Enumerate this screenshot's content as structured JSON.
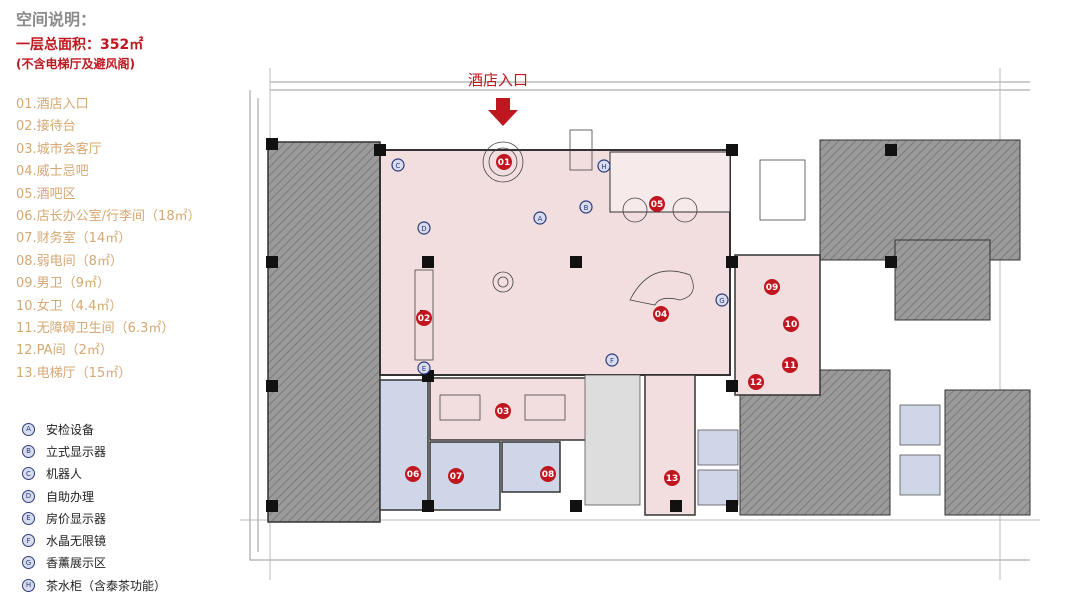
{
  "space_title": "空间说明：",
  "total_area": "一层总面积：352㎡",
  "area_note": "(不含电梯厅及避风阁)",
  "rooms": [
    "01.酒店入口",
    "02.接待台",
    "03.城市会客厅",
    "04.威士忌吧",
    "05.酒吧区",
    "06.店长办公室/行李间（18㎡）",
    "07.财务室（14㎡）",
    "08.弱电间（8㎡）",
    "09.男卫（9㎡）",
    "10.女卫（4.4㎡）",
    "11.无障碍卫生间（6.3㎡）",
    "12.PA间（2㎡）",
    "13.电梯厅（15㎡）"
  ],
  "legend": [
    {
      "letter": "A",
      "label": "安检设备"
    },
    {
      "letter": "B",
      "label": "立式显示器"
    },
    {
      "letter": "C",
      "label": "机器人"
    },
    {
      "letter": "D",
      "label": "自助办理"
    },
    {
      "letter": "E",
      "label": "房价显示器"
    },
    {
      "letter": "F",
      "label": "水晶无限镜"
    },
    {
      "letter": "G",
      "label": "香薰展示区"
    },
    {
      "letter": "H",
      "label": "茶水柜（含泰茶功能）"
    }
  ],
  "entrance_label": "酒店入口",
  "room_markers": [
    "01",
    "02",
    "03",
    "04",
    "05",
    "06",
    "07",
    "08",
    "09",
    "10",
    "11",
    "12",
    "13"
  ],
  "colors": {
    "accent_red": "#c0161f",
    "room_list": "#d6a872",
    "lobby_pink": "#f2dede",
    "room_blue": "#cfd6e8",
    "hatch_gray": "#8c8c8c",
    "badge_blue": "#2e3a78"
  }
}
